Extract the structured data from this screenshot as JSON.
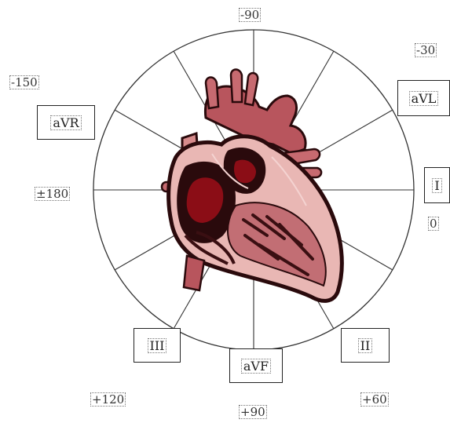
{
  "angle_labels": {
    "minus90": "-90",
    "minus30": "-30",
    "minus150": "-150",
    "plusminus180": "±180",
    "zero": "0",
    "plus120": "+120",
    "plus90": "+90",
    "plus60": "+60"
  },
  "leads": {
    "aVR": "aVR",
    "aVL": "aVL",
    "I": "I",
    "II": "II",
    "III": "III",
    "aVF": "aVF"
  },
  "colors": {
    "heart_dark": "#2a0a0c",
    "heart_mid": "#9a3a42",
    "heart_light": "#e9b7b4",
    "heart_chamber": "#8b0d16",
    "circle_stroke": "#333333"
  }
}
